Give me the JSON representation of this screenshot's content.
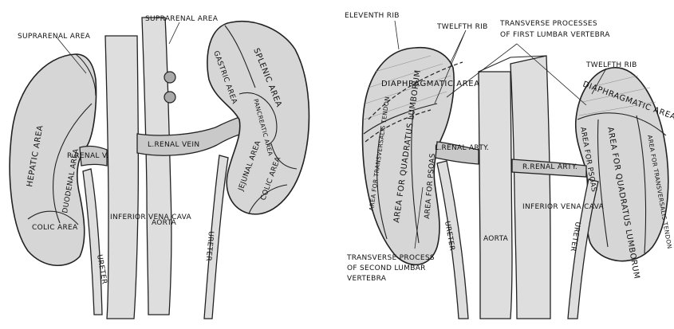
{
  "anterior": {
    "suprarenal_left": "SUPRARENAL AREA",
    "suprarenal_right": "SUPRARENAL AREA",
    "hepatic_area": "HEPATIC AREA",
    "duodenal_area": "DUODENAL AREA",
    "colic_area_right": "COLIC AREA",
    "r_renal_v": "R.RENAL V.",
    "l_renal_vein": "L.RENAL VEIN",
    "inferior_vena_cava": "INFERIOR VENA CAVA",
    "aorta": "AORTA",
    "ureter_right": "URETER",
    "ureter_left": "URETER",
    "gastric_area": "GASTRIC AREA",
    "splenic_area": "SPLENIC AREA",
    "pancreatic_area": "PANCREATIC AREA",
    "jejunal_area": "JEJUNAL AREA",
    "colic_area_left": "COLIC AREA"
  },
  "posterior": {
    "eleventh_rib": "ELEVENTH RIB",
    "twelfth_rib_top": "TWELFTH RIB",
    "transverse_first": "TRANSVERSE PROCESSES OF FIRST LUMBAR VERTEBRA",
    "twelfth_rib_right": "TWELFTH RIB",
    "diaphragmatic_left": "DIAPHRAGMATIC AREA",
    "diaphragmatic_right": "DIAPHRAGMATIC AREA",
    "area_for_transversalis_left": "AREA FOR TRANSVERSALIS TENDON",
    "area_for_quadratus_left": "AREA FOR QUADRATUS LUMBORUM",
    "area_for_psoas_left": "AREA FOR PSOAS",
    "l_renal_arty": "L.RENAL ARTY.",
    "r_renal_arty": "R.RENAL ARTY.",
    "area_for_quadratus_right": "AREA FOR QUADRATUS LUMBORUM",
    "area_for_psoas_right": "AREA FOR PSOAS",
    "area_for_transversalis_right": "AREA FOR TRANSVERSALIS TENDON",
    "transverse_second": "TRANSVERSE PROCESS OF SECOND LUMBAR VERTEBRA",
    "ureter_left": "URETER",
    "ureter_right": "URETER",
    "aorta": "AORTA",
    "inferior_vena_cava": "INFERIOR VENA CAVA"
  }
}
